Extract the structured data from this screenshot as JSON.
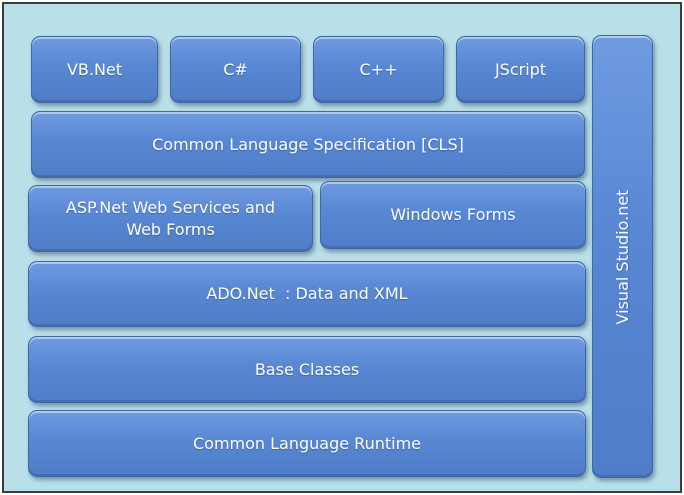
{
  "diagram": {
    "languages": {
      "vbnet": "VB.Net",
      "csharp": "C#",
      "cpp": "C++",
      "jscript": "JScript"
    },
    "cls": "Common Language Specification [CLS]",
    "aspnet_line1": "ASP.Net Web Services and",
    "aspnet_line2": "Web Forms",
    "winforms": "Windows Forms",
    "adonet": "ADO.Net  : Data and XML",
    "base_classes": "Base Classes",
    "clr": "Common Language Runtime",
    "visual_studio": "Visual Studio.net"
  },
  "colors": {
    "background": "#b9dfe9",
    "block_fill": "#5887d3",
    "block_border": "#3b6aa8",
    "text": "#ffffff"
  }
}
